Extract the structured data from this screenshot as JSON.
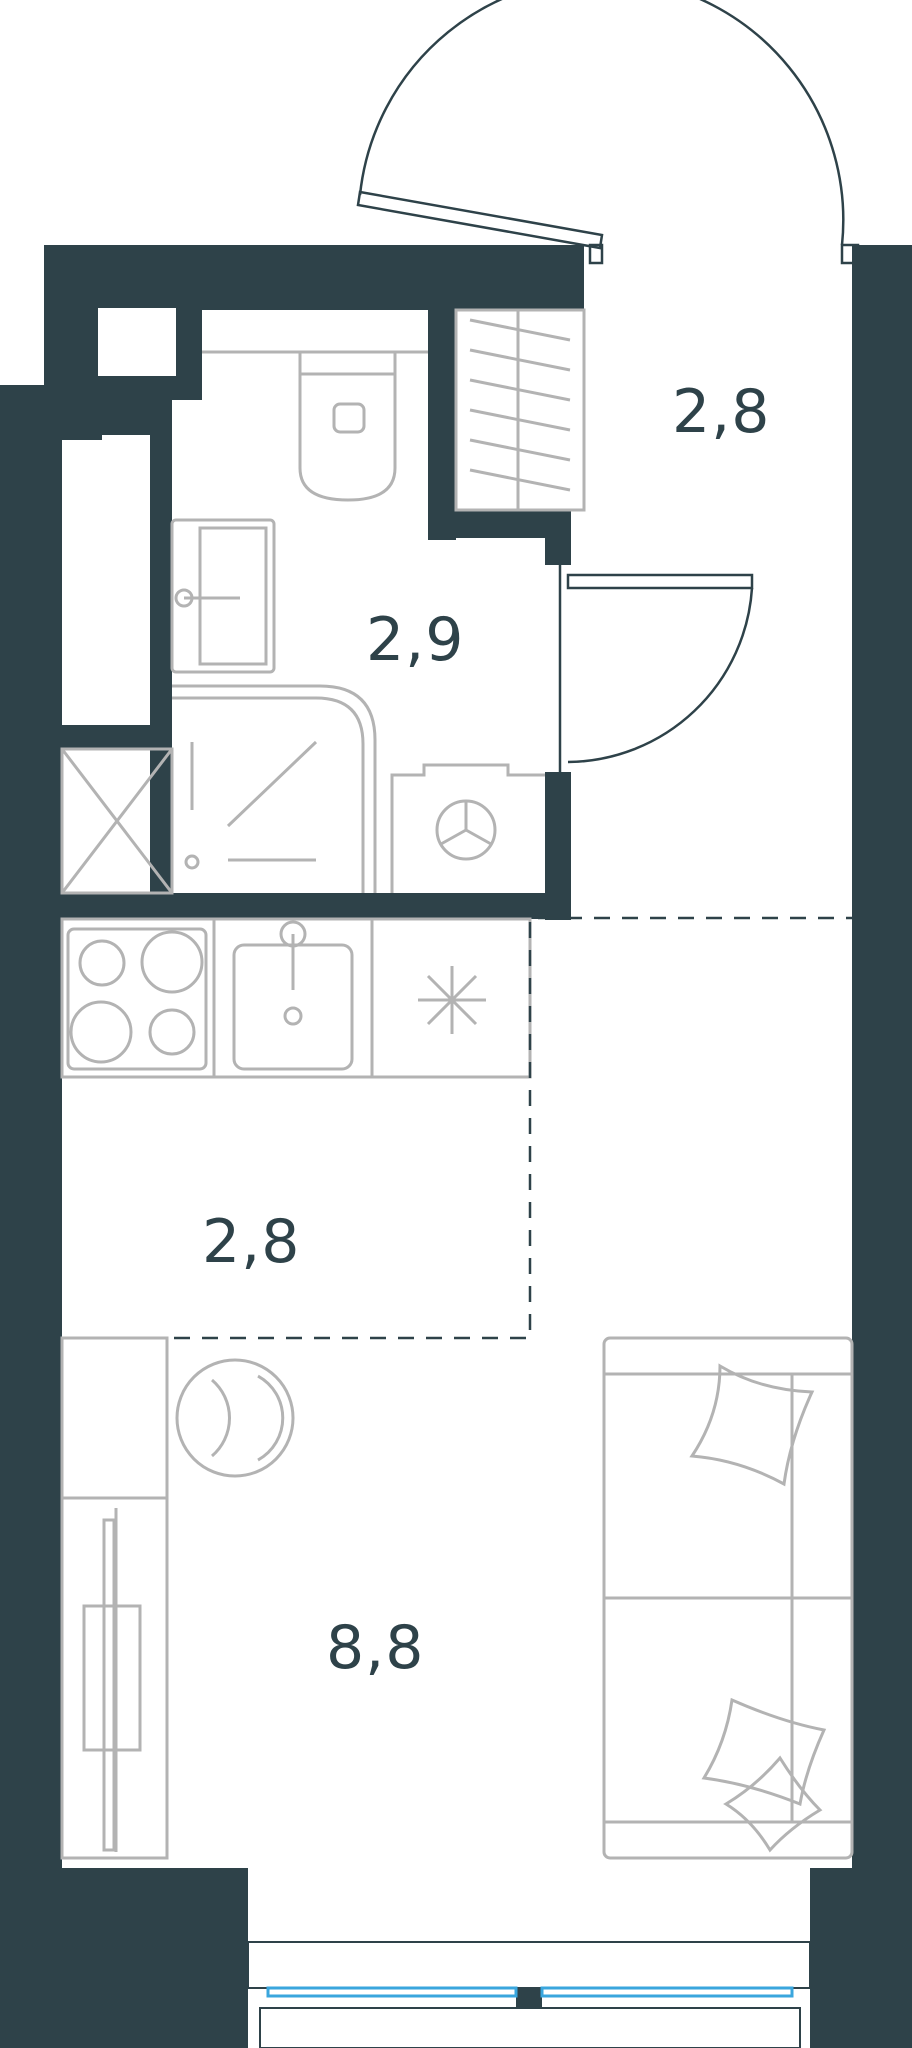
{
  "rooms": {
    "balcony": {
      "area": "2,8"
    },
    "bathroom": {
      "area": "2,9"
    },
    "kitchen": {
      "area": "2,8"
    },
    "living": {
      "area": "8,8"
    }
  },
  "colors": {
    "wall": "#2e4249",
    "furniture": "#b3b3b3",
    "window_glass": "#3aa6dd",
    "background": "#ffffff"
  },
  "icons": [
    "toilet-icon",
    "sink-icon",
    "shower-icon",
    "washing-machine-icon",
    "stove-icon",
    "fridge-icon",
    "armchair-icon",
    "sofa-icon",
    "pillow-icon",
    "tv-unit-icon"
  ]
}
